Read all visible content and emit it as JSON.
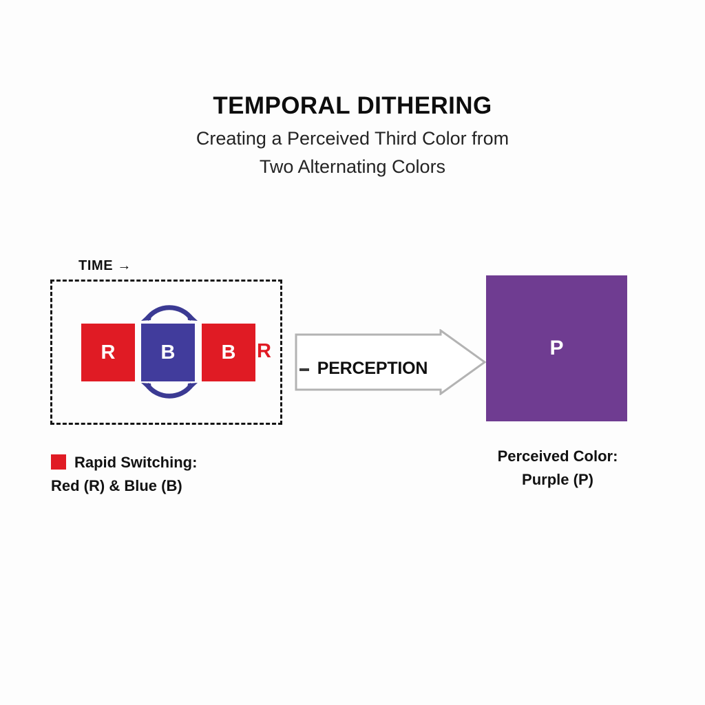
{
  "header": {
    "title": "TEMPORAL DITHERING",
    "subtitle_line_1": "Creating a Perceived Third Color from",
    "subtitle_line_2": "Two Alternating Colors"
  },
  "diagram": {
    "time_label": "TIME →",
    "sequence": [
      {
        "letter": "R",
        "fill": "#e01b24",
        "text_color": "#ffffff"
      },
      {
        "letter": "B",
        "fill": "#413c9c",
        "text_color": "#ffffff"
      },
      {
        "letter": "B",
        "fill": "#e01b24",
        "text_color": "#ffffff"
      }
    ],
    "trailing_letter": "R",
    "trailing_letter_color": "#e01b24",
    "switch_arrow_color": "#3b3a93",
    "frame_border_color": "#141414"
  },
  "perception": {
    "label": "PERCEPTION",
    "arrow_stroke": "#b3b3b3",
    "arrow_fill": "#ffffff"
  },
  "result": {
    "letter": "P",
    "fill": "#6f3c91",
    "text_color": "#ffffff"
  },
  "legend": {
    "left": {
      "swatch_color": "#e01b24",
      "line_1": "Rapid Switching:",
      "line_2": "Red (R) & Blue (B)"
    },
    "right": {
      "line_1": "Perceived Color:",
      "line_2": "Purple (P)"
    }
  },
  "chart_data": {
    "type": "diagram",
    "title": "TEMPORAL DITHERING",
    "subtitle": "Creating a Perceived Third Color from Two Alternating Colors",
    "input_sequence": [
      "R",
      "B",
      "B",
      "R"
    ],
    "input_colors": [
      "#e01b24",
      "#413c9c",
      "#e01b24",
      "#e01b24"
    ],
    "axis_label": "TIME →",
    "transform_label": "PERCEPTION",
    "output": "P",
    "output_color": "#6f3c91",
    "annotations": [
      "Rapid Switching: Red (R) & Blue (B)",
      "Perceived Color: Purple (P)"
    ]
  }
}
